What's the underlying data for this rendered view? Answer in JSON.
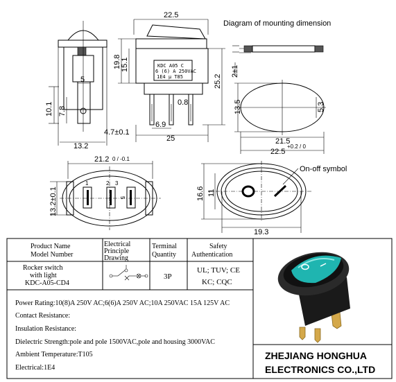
{
  "side_view": {
    "dim_width": "22.5",
    "dim_19_8": "19.8",
    "dim_15_1": "15.1",
    "dim_25_2": "25.2",
    "dim_0_8": "0.8",
    "dim_6_9": "6.9",
    "dim_4_7": "4.7±0.1",
    "dim_25": "25",
    "marking_line1": "KDC  A05  C",
    "marking_line2": "6 (6) A  250VAC",
    "marking_line3": "1E4    μ    T85"
  },
  "end_view": {
    "dim_5": "5",
    "dim_10_1": "10.1",
    "dim_7_8": "7.8",
    "dim_13_2": "13.2"
  },
  "mounting": {
    "title": "Diagram of mounting dimension",
    "dim_2": "2±1",
    "dim_13_5": "13.5",
    "dim_5_3": "5.3",
    "dim_21_5": "21.5",
    "dim_22_5_main": "22.5",
    "dim_22_5_tol": "+0.2 / 0"
  },
  "bottom_view": {
    "dim_21_2_main": "21.2",
    "dim_21_2_tol": "0 / -0.1",
    "dim_13_2": "13.2±0.1",
    "pin1": "1",
    "pin2": "2",
    "pin3": "3",
    "pin_mark": "5"
  },
  "top_view": {
    "symbol_label": "On-off symbol",
    "dim_16_6": "16.6",
    "dim_11": "11",
    "dim_19_3": "19.3"
  },
  "table": {
    "headers": {
      "product": [
        "Product Name",
        "Model Number"
      ],
      "electrical": [
        "Electrical",
        "Principle",
        "Drawing"
      ],
      "terminal": [
        "Terminal",
        "Quantity"
      ],
      "safety": [
        "Safety",
        "Authentication"
      ]
    },
    "product_name": [
      "Rocker switch",
      "with light"
    ],
    "model_number": "KDC-A05-CD4",
    "terminal_quantity": "3P",
    "safety_line1": "UL; TUV; CE",
    "safety_line2": "KC; CQC"
  },
  "specs": [
    "Power Rating:10(8)A 250V AC;6(6)A 250V AC;10A 250VAC 15A  125V AC",
    "Contact Resistance:",
    "Insulation Resistance:",
    "Dielectric Strength:pole and pole 1500VAC,pole and housing 3000VAC",
    "Ambient Temperature:T105",
    "Electrical:1E4"
  ],
  "company": {
    "line1": "ZHEJIANG HONGHUA",
    "line2": "ELECTRONICS CO.,LTD"
  },
  "colors": {
    "rocker_green": "#1fb5b0",
    "terminal_brass": "#d4a84a",
    "housing_black": "#1a1a1a"
  }
}
